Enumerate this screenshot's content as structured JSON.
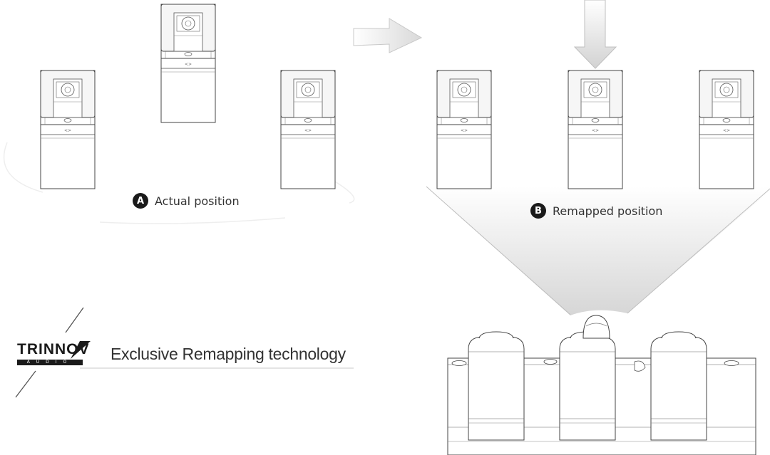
{
  "captions": {
    "actual": {
      "badge": "A",
      "text": "Actual position"
    },
    "remapped": {
      "badge": "B",
      "text": "Remapped position"
    }
  },
  "brand": {
    "logo_word": "TRINNOV",
    "logo_sub": "AUDIO",
    "tagline": "Exclusive Remapping technology"
  },
  "colors": {
    "line": "#333333",
    "badge": "#1a1a1a",
    "beam": "#d8d8d8",
    "arrow": "#e2e2e2"
  },
  "icons": [
    "speaker-icon",
    "arrow-right-icon",
    "arrow-down-icon",
    "theater-seat-icon",
    "listener-icon",
    "trinnov-logo-icon"
  ]
}
